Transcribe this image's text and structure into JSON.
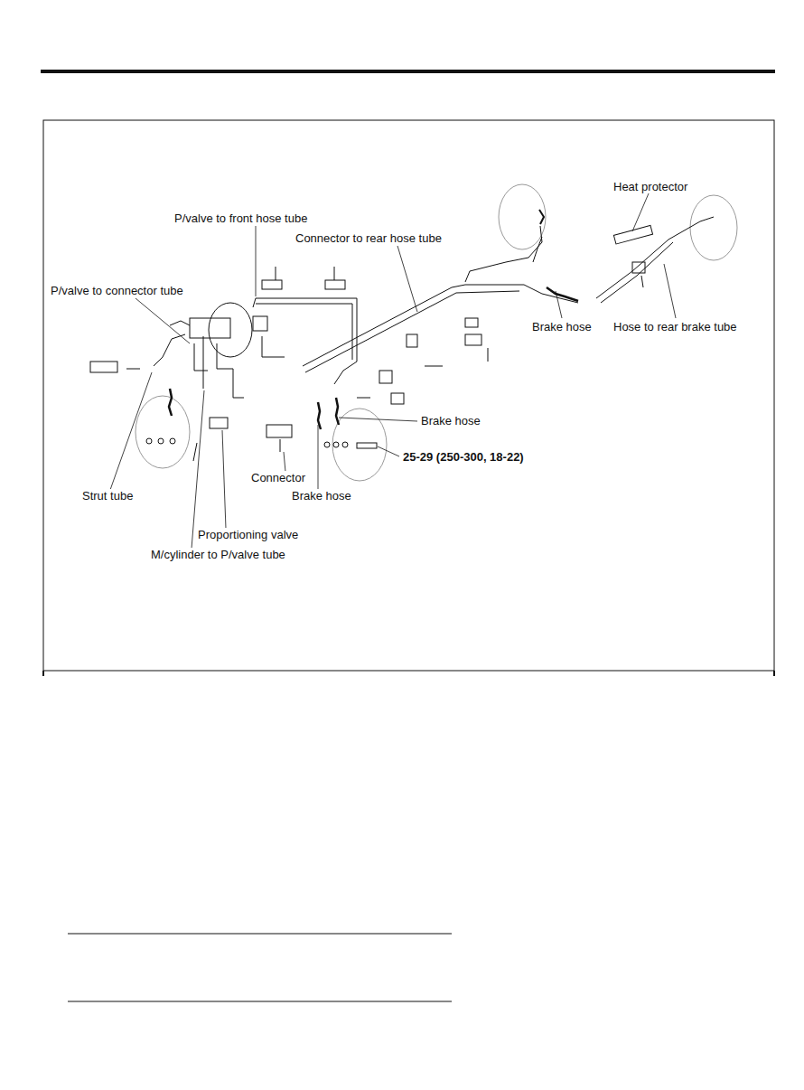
{
  "diagram": {
    "labels": [
      "Heat protector",
      "P/valve to front hose tube",
      "Connector to rear hose tube",
      "P/valve to connector tube",
      "Brake hose",
      "Hose to rear brake tube",
      "Brake hose",
      "25-29 (250-300, 18-22)",
      "Connector",
      "Strut tube",
      "Brake hose",
      "Proportioning valve",
      "M/cylinder to P/valve tube"
    ]
  }
}
